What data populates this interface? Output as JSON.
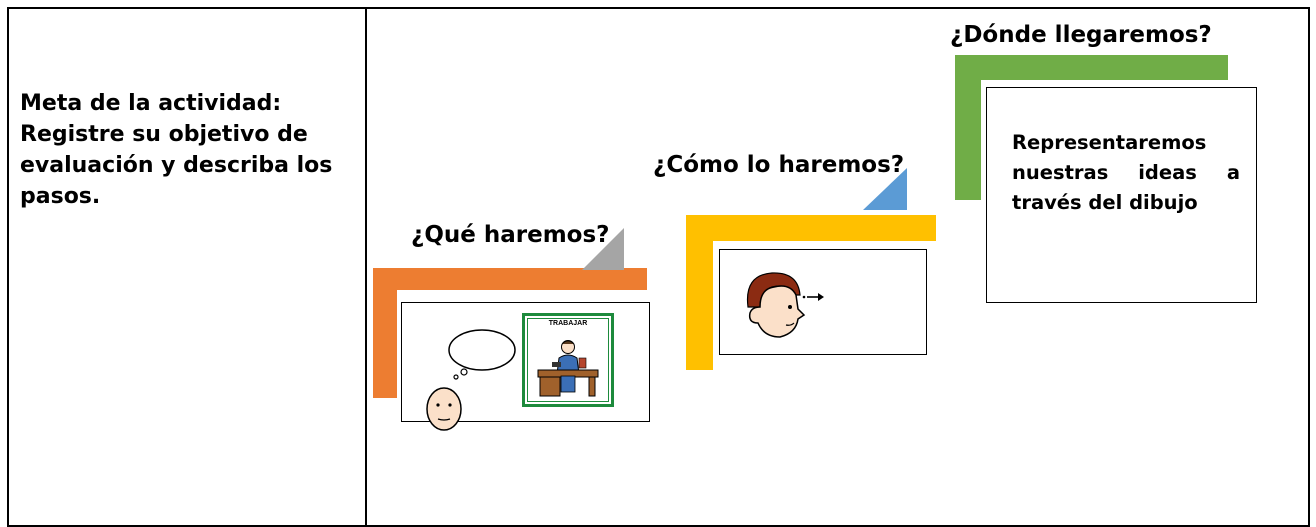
{
  "meta": {
    "lines": [
      "Meta de la actividad:",
      "Registre su objetivo de",
      "evaluación y describa los",
      "pasos."
    ]
  },
  "steps": [
    {
      "heading": "¿Qué haremos?",
      "accent_color": "#ed7d31",
      "corner_color": "#a5a5a5",
      "card_label": "TRABAJAR",
      "icons": [
        "thinking-face-icon",
        "worker-at-desk-icon"
      ]
    },
    {
      "heading": "¿Cómo lo haremos?",
      "accent_color": "#ffc000",
      "corner_color": "#5b9bd5",
      "icons": [
        "face-looking-right-icon"
      ]
    },
    {
      "heading": "¿Dónde llegaremos?",
      "accent_color": "#70ad47",
      "text_words": [
        [
          "Representaremos"
        ],
        [
          "nuestras",
          "ideas",
          "a"
        ],
        [
          "través del dibujo"
        ]
      ]
    }
  ]
}
